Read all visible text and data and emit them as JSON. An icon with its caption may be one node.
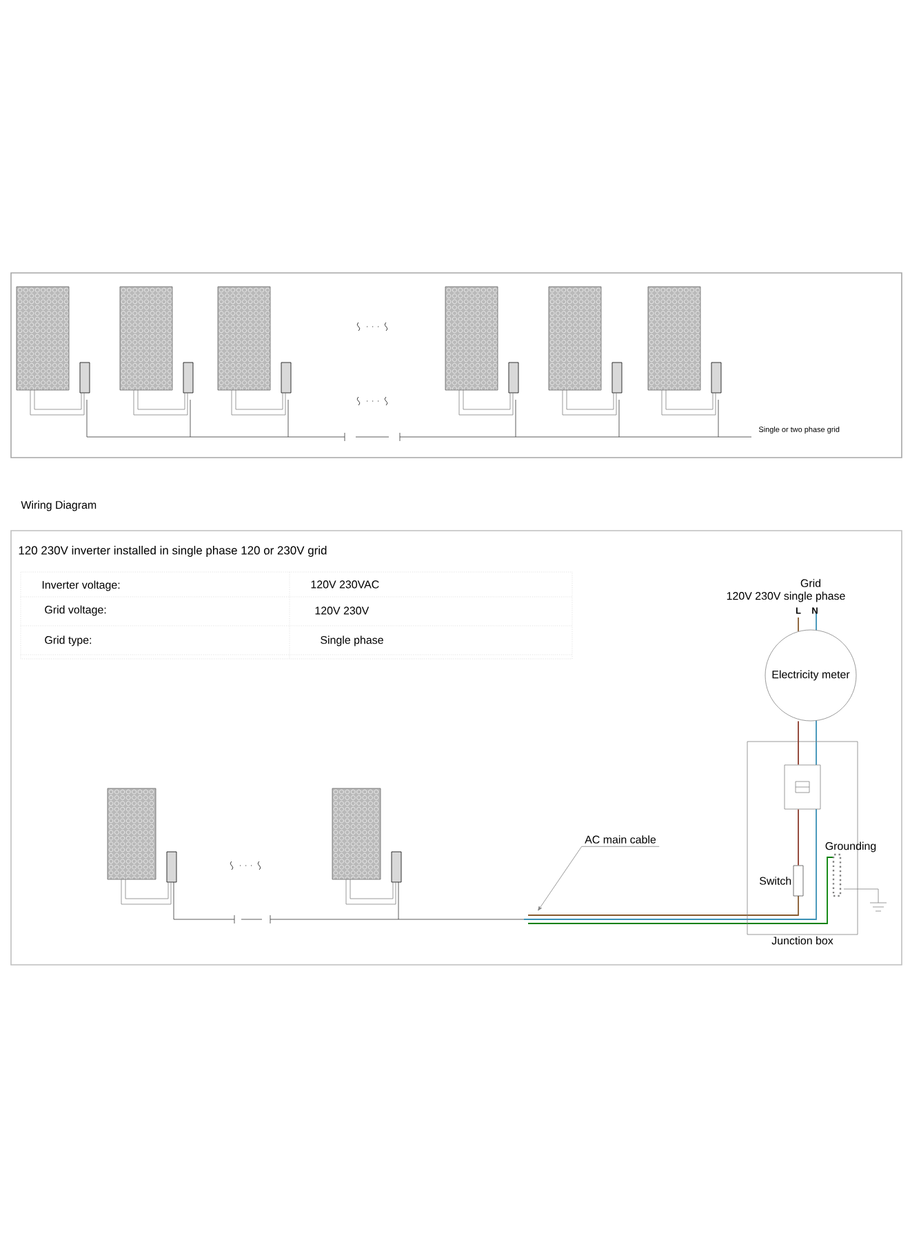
{
  "diagram": {
    "title": "120 230V inverter installed in single phase 120 or 230V grid",
    "nodes": [
      {
        "text": [
          "Electricity meter"
        ]
      },
      {
        "text": [
          "Junction box"
        ]
      },
      {
        "text": [
          "Switch"
        ],
        "in": 1
      },
      {
        "text": [
          "Grounding"
        ],
        "in": 1
      },
      {
        "text": [],
        "shape": "box",
        "in": 1
      },
      {
        "text": [
          "AC main cable"
        ]
      }
    ],
    "edges": [
      {
        "from": 0,
        "to": 4,
        "arrow": "none",
        "color": "#8b3a2a"
      },
      {
        "from": 4,
        "to": 2,
        "arrow": "none",
        "color": "#8b3a2a"
      },
      {
        "from": 5,
        "to": null,
        "arrow": "to"
      }
    ],
    "labels": [
      "Single or two phase grid",
      "Wiring Diagram",
      "Inverter voltage:",
      "120V 230VAC",
      "Grid voltage:",
      "120V 230V",
      "Grid type:",
      "Single phase",
      "Grid",
      "120V 230V single phase",
      "L",
      "N"
    ]
  }
}
